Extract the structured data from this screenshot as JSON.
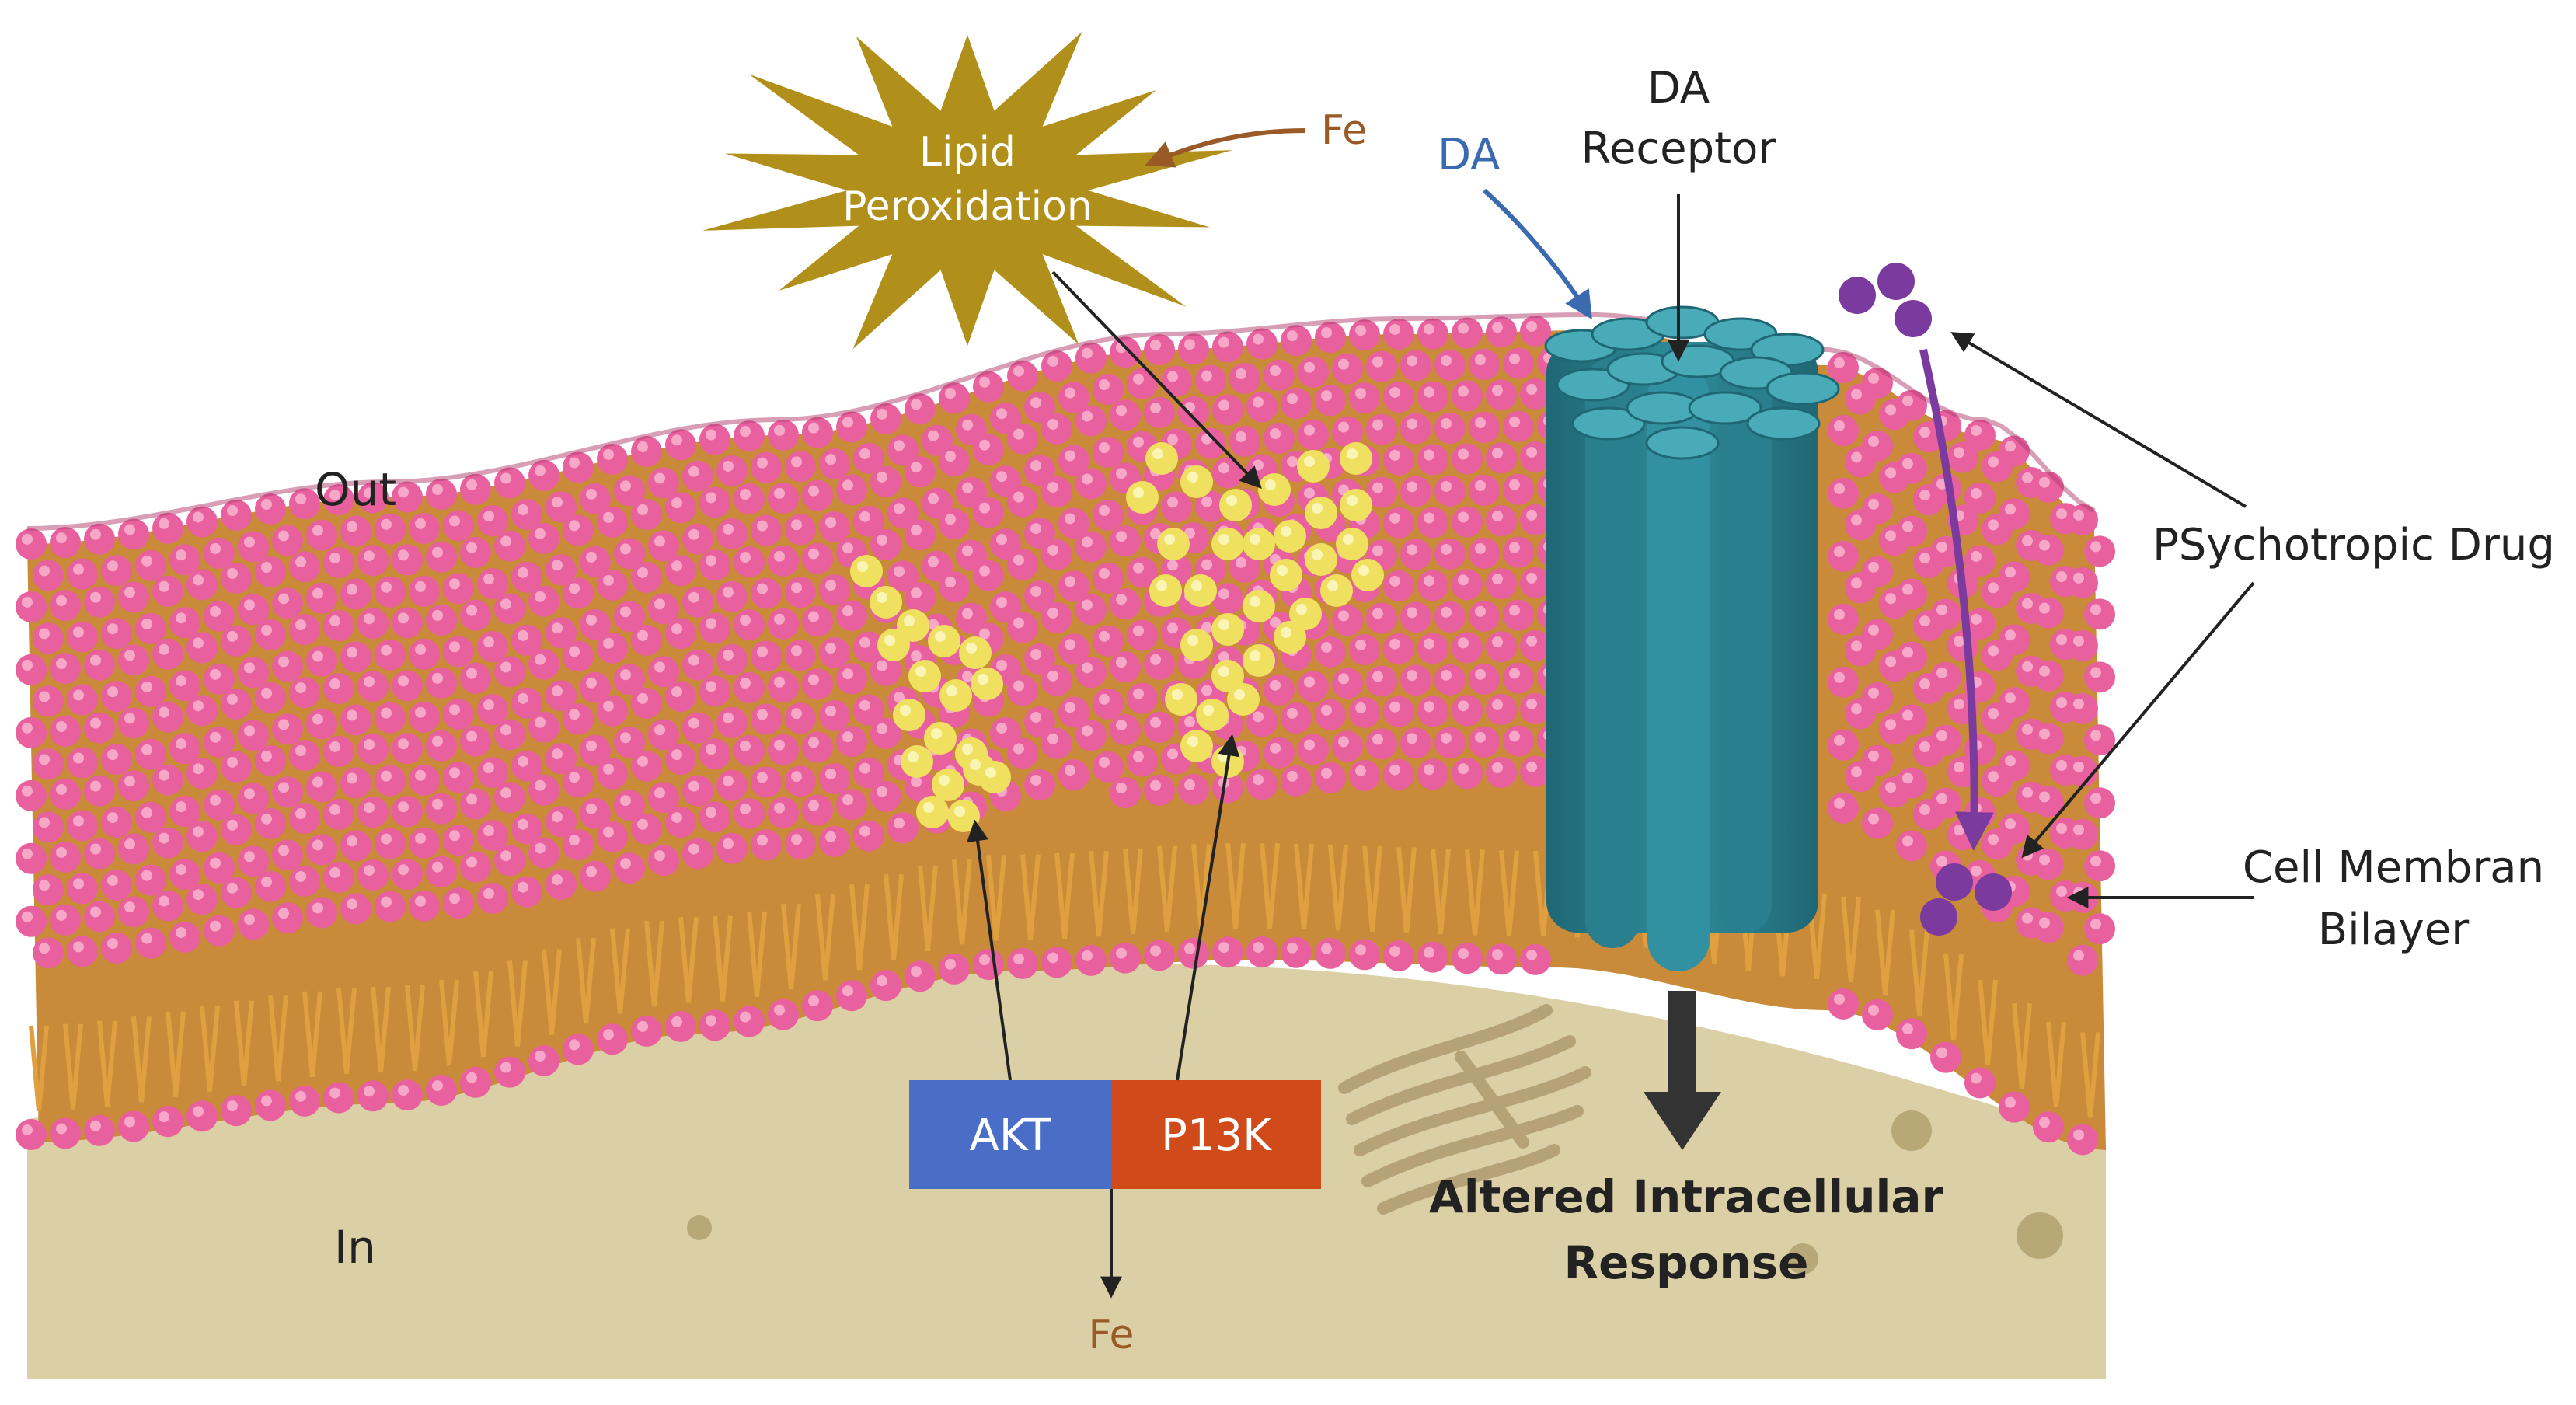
{
  "labels": {
    "lipid_star": [
      "Lipid",
      "Peroxidation"
    ],
    "fe_top": "Fe",
    "fe_bottom": "Fe",
    "da": "DA",
    "da_receptor": [
      "DA",
      "Receptor"
    ],
    "out": "Out",
    "in": "In",
    "psychotropic_drug": "PSychotropic Drug",
    "cell_membrane": [
      "Cell Membran",
      "Bilayer"
    ],
    "akt": "AKT",
    "p13k": "P13K",
    "altered_response": [
      "Altered Intracellular",
      "Response"
    ]
  },
  "colors": {
    "lipid_head": "#e8609e",
    "lipid_head_dark": "#b03d6e",
    "lipid_tail": "#e0a040",
    "cytoplasm": "#dbcfa5",
    "star": "#b0901a",
    "oxidized_head": "#f0e060",
    "receptor": "#2a7f8f",
    "receptor_light": "#4aabb8",
    "akt": "#4a6ec8",
    "p13k": "#d04a1a",
    "drug": "#7a3a9e",
    "fe_text": "#9a5a28",
    "da_text": "#3a6ab0",
    "arrow": "#222222"
  }
}
